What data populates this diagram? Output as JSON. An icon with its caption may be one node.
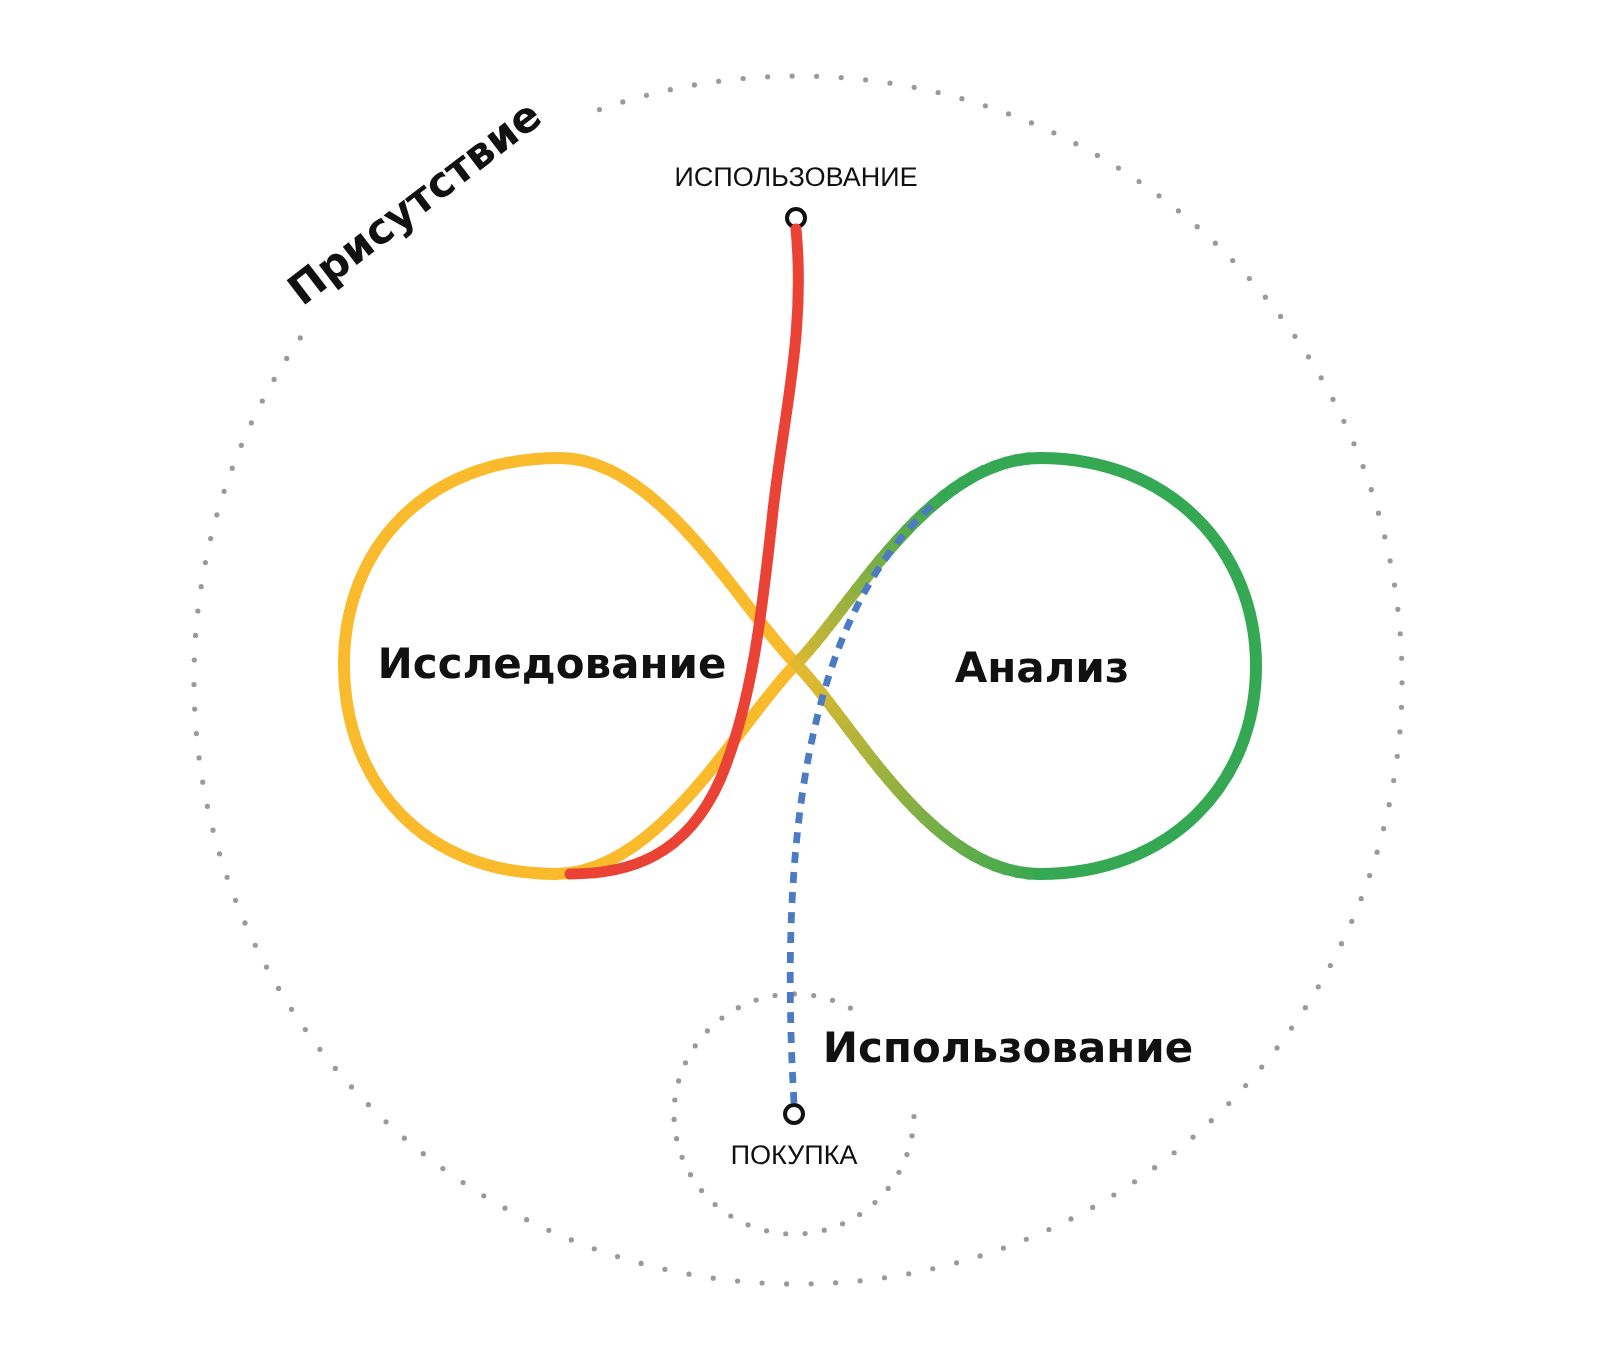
{
  "diagram": {
    "nodes": [
      {
        "text": [
          "Присутствие"
        ]
      },
      {
        "text": [
          "ИСПОЛЬЗОВАНИЕ"
        ],
        "in": 0
      },
      {
        "text": [
          "Исследование"
        ],
        "in": 0
      },
      {
        "text": [
          "Анализ"
        ],
        "in": 0
      },
      {
        "text": [
          "Использование"
        ],
        "in": 0
      },
      {
        "text": [
          "ПОКУПКА"
        ],
        "in": 4
      }
    ],
    "edges": [
      {
        "from": 1,
        "to": 2,
        "arrow": "none",
        "color": "#ea4335"
      },
      {
        "from": 5,
        "to": 3,
        "arrow": "none",
        "style": "dashed",
        "color": "#4a7bc4"
      }
    ]
  }
}
